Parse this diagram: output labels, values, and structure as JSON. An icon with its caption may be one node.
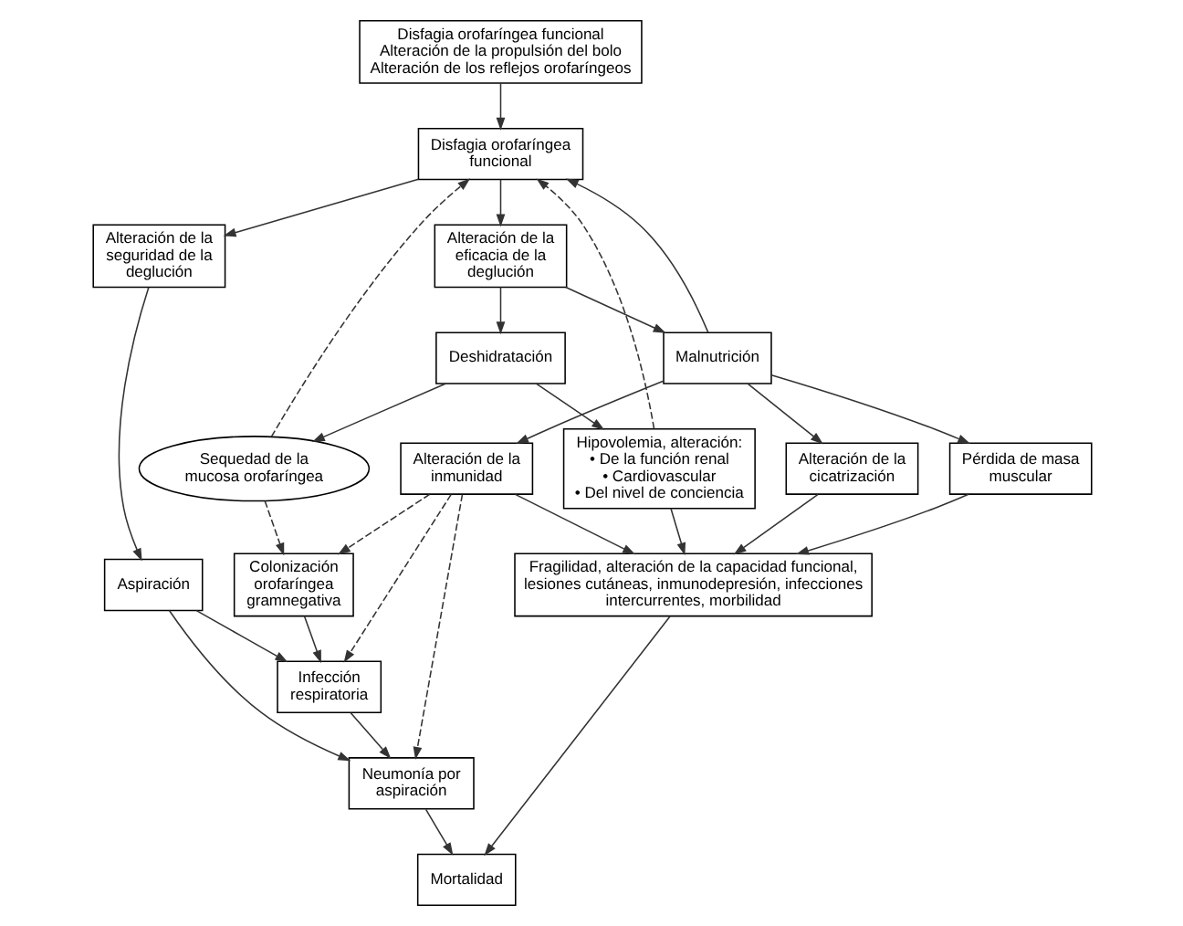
{
  "diagram": {
    "nodes": [
      {
        "text": [
          "Disfagia orofaríngea funcional",
          "Alteración de la propulsión del bolo",
          "Alteración de los reflejos orofaríngeos"
        ]
      },
      {
        "text": [
          "Colonización orofaríngea gramnegativa"
        ]
      },
      {
        "text": [
          "Sequedad de la mucosa orofaríngea"
        ]
      },
      {
        "text": [
          "Alteración de la seguridad de la deglución"
        ]
      },
      {
        "text": [
          "Disfagia orofaríngea funcional"
        ]
      },
      {
        "text": [
          "Alteración de la eficacia de la deglución"
        ]
      },
      {
        "text": [
          "Infección respiratoria"
        ]
      },
      {
        "text": [
          "Aspiración"
        ]
      },
      {
        "text": [
          "Malnutrición"
        ]
      },
      {
        "text": [
          "Deshidratación"
        ]
      },
      {
        "text": [
          "Pérdida de masa muscular"
        ]
      },
      {
        "text": [
          "Alteración de la inmunidad"
        ]
      },
      {
        "text": [
          "Alteración de la cicatrización"
        ]
      },
      {
        "text": [
          "Hipovolemia, alteración:",
          "• De la función renal",
          "• Cardiovascular",
          "• Del nivel de conciencia"
        ]
      },
      {
        "text": [
          "Neumonía por aspiración"
        ]
      },
      {
        "text": [
          "Fragilidad, alteración de la capacidad funcional, lesiones cutáneas, inmunodepresión, infecciones intercurrentes, morbilidad"
        ]
      },
      {
        "text": [
          "Mortalidad"
        ]
      }
    ],
    "edges": [
      {
        "from": 0,
        "to": 4,
        "arrow": "to"
      },
      {
        "from": 4,
        "to": 3,
        "arrow": "to"
      },
      {
        "from": 4,
        "to": 5,
        "arrow": "to"
      },
      {
        "from": 3,
        "to": 7,
        "arrow": "to"
      },
      {
        "from": 2,
        "to": 1,
        "arrow": "to",
        "style": "dashed"
      },
      {
        "from": 2,
        "to": 4,
        "arrow": "to",
        "style": "dashed"
      },
      {
        "from": 1,
        "to": 6,
        "arrow": "to"
      },
      {
        "from": 7,
        "to": 6,
        "arrow": "to"
      },
      {
        "from": 7,
        "to": 14,
        "arrow": "to"
      },
      {
        "from": 6,
        "to": 14,
        "arrow": "to"
      },
      {
        "from": 5,
        "to": 8,
        "arrow": "to"
      },
      {
        "from": 5,
        "to": 9,
        "arrow": "to"
      },
      {
        "from": 8,
        "to": 4,
        "arrow": "to"
      },
      {
        "from": 9,
        "to": 2,
        "arrow": "to"
      },
      {
        "from": 13,
        "to": 4,
        "arrow": "to",
        "style": "dashed"
      },
      {
        "from": 9,
        "to": 13,
        "arrow": "to"
      },
      {
        "from": 8,
        "to": 10,
        "arrow": "to"
      },
      {
        "from": 8,
        "to": 11,
        "arrow": "to"
      },
      {
        "from": 8,
        "to": 12,
        "arrow": "to"
      },
      {
        "from": 11,
        "to": 1,
        "arrow": "to",
        "style": "dashed"
      },
      {
        "from": 11,
        "to": 6,
        "arrow": "to",
        "style": "dashed"
      },
      {
        "from": 11,
        "to": 14,
        "arrow": "to",
        "style": "dashed"
      },
      {
        "from": 10,
        "to": 15,
        "arrow": "to"
      },
      {
        "from": 11,
        "to": 15,
        "arrow": "to"
      },
      {
        "from": 12,
        "to": 15,
        "arrow": "to"
      },
      {
        "from": 13,
        "to": 15,
        "arrow": "to"
      },
      {
        "from": 14,
        "to": 16,
        "arrow": "to"
      },
      {
        "from": 15,
        "to": 16,
        "arrow": "to"
      }
    ]
  }
}
